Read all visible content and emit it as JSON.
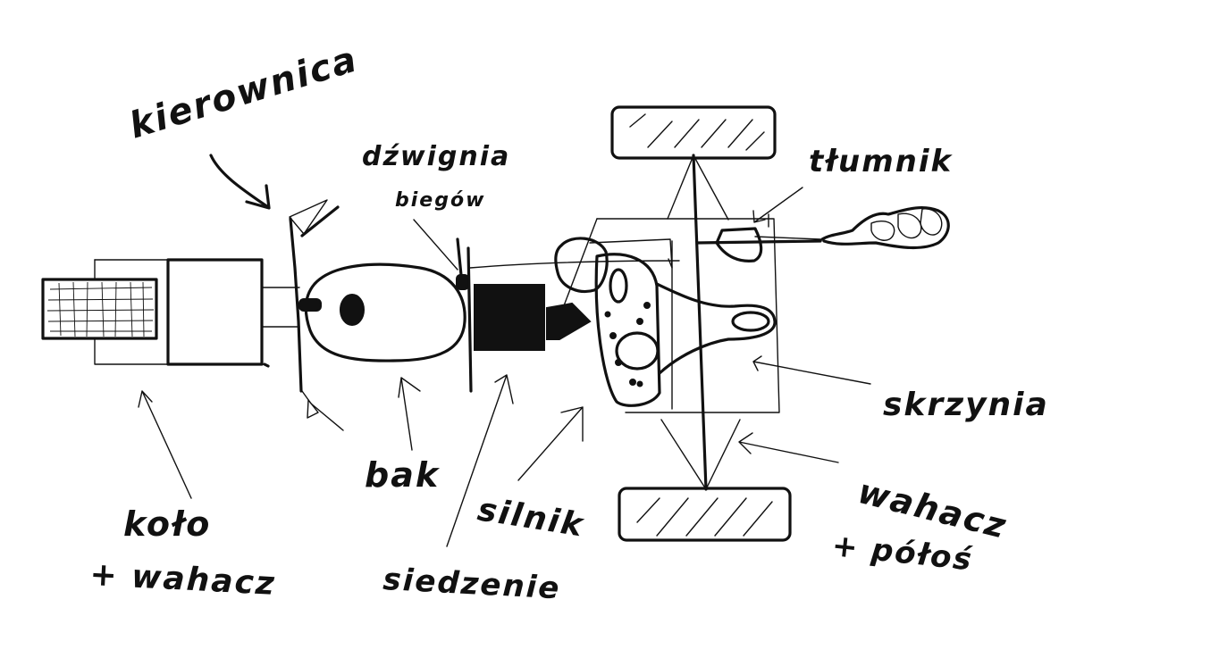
{
  "labels": {
    "kierownica": "kierownica",
    "dzwignia_line1": "dźwignia",
    "dzwignia_line2": "biegów",
    "tlumnik": "tłumnik",
    "skrzynia": "skrzynia",
    "bak": "bak",
    "silnik": "silnik",
    "siedzenie": "siedzenie",
    "kolo_line1": "koło",
    "kolo_line2": "+ wahacz",
    "wahacz_line1": "wahacz",
    "wahacz_line2": "+ półoś"
  },
  "colors": {
    "ink": "#111111",
    "paper": "#ffffff"
  }
}
